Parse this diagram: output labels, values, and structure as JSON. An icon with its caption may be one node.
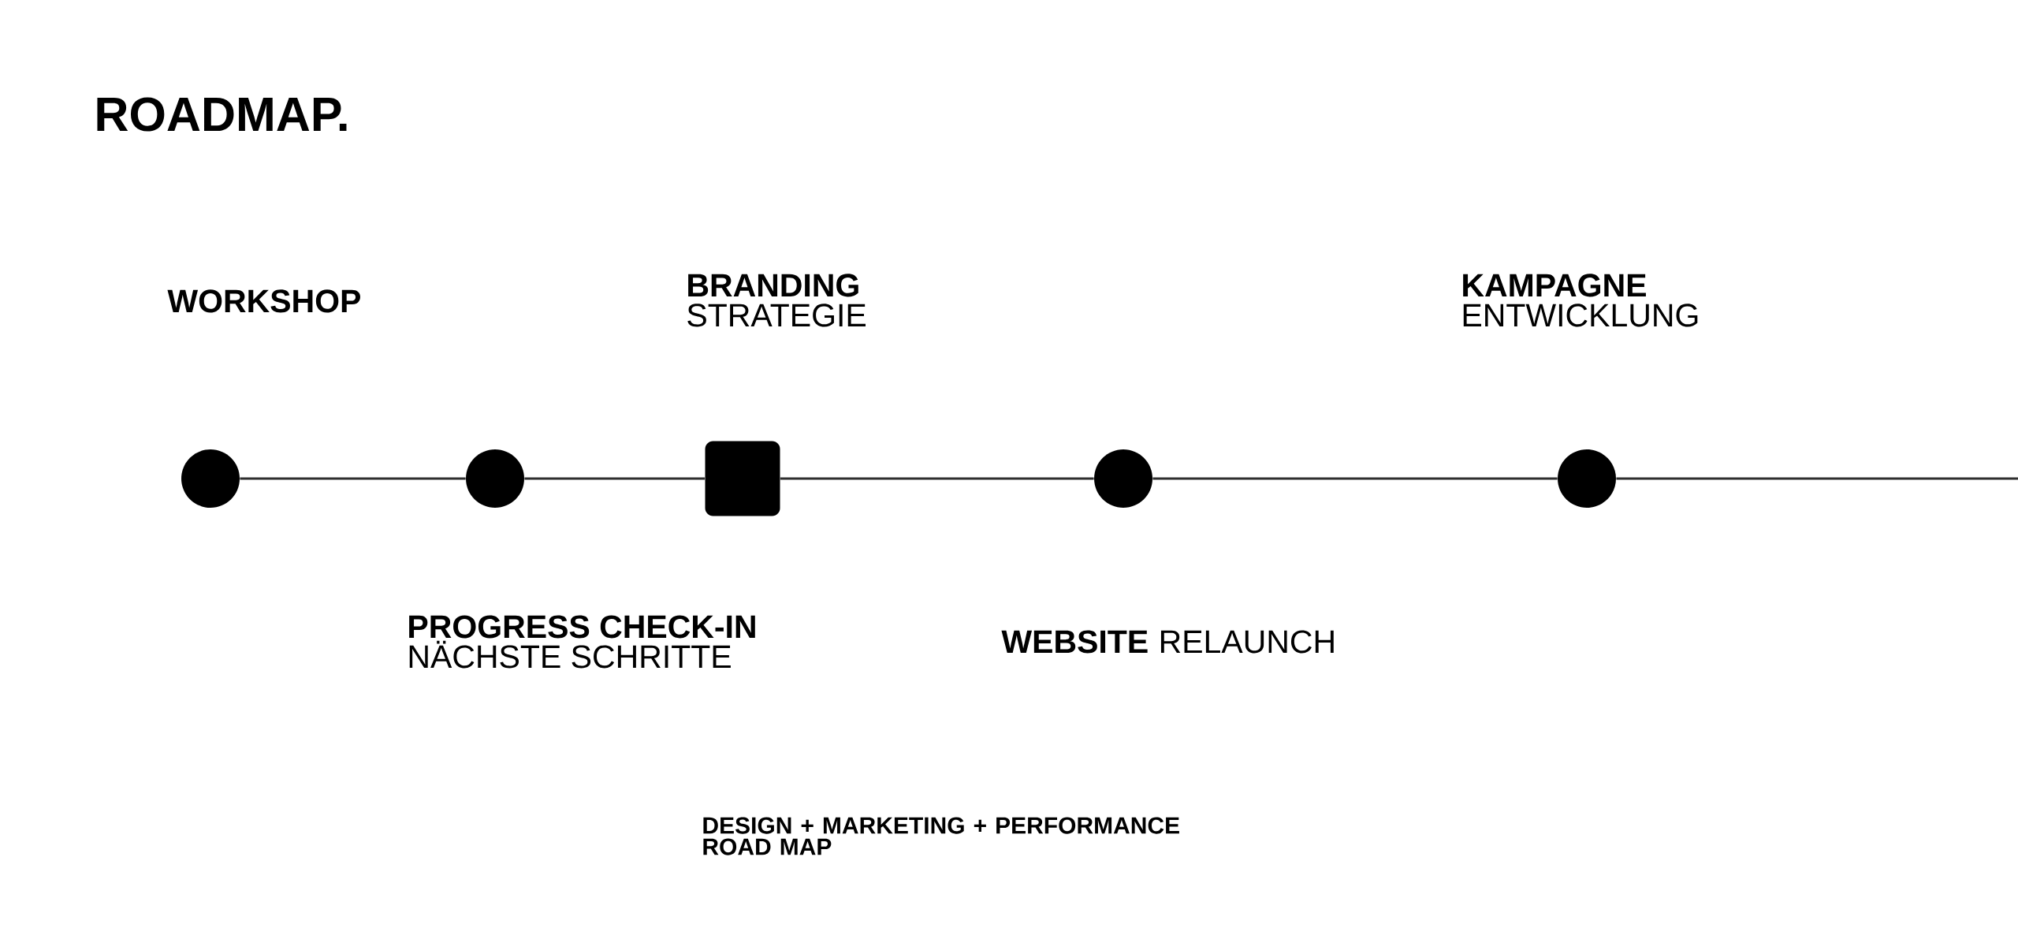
{
  "diagram": {
    "title": "ROADMAP.",
    "nodes": [
      {
        "text": [],
        "shape": "circle"
      },
      {
        "text": [],
        "shape": "circle",
        "beside": [
          "PROGRESS CHECK-IN",
          "NÄCHSTE SCHRITTE"
        ]
      },
      {
        "text": [],
        "shape": "box",
        "beside": [
          "BRANDING",
          "STRATEGIE"
        ]
      },
      {
        "text": [],
        "shape": "circle",
        "beside": [
          "WEBSITE",
          "RELAUNCH"
        ]
      },
      {
        "text": [],
        "shape": "circle",
        "beside": [
          "KAMPAGNE",
          "ENTWICKLUNG"
        ]
      }
    ],
    "edges": [
      {
        "from": 0,
        "to": 1,
        "arrow": "none"
      },
      {
        "from": 1,
        "to": 2,
        "arrow": "none"
      },
      {
        "from": 2,
        "to": 3,
        "arrow": "none"
      },
      {
        "from": 3,
        "to": 4,
        "arrow": "none"
      },
      {
        "from": 4,
        "to": null,
        "arrow": "none"
      }
    ],
    "labels": [
      "WORKSHOP",
      "DESIGN + MARKETING + PERFORMANCE ROAD MAP"
    ]
  }
}
